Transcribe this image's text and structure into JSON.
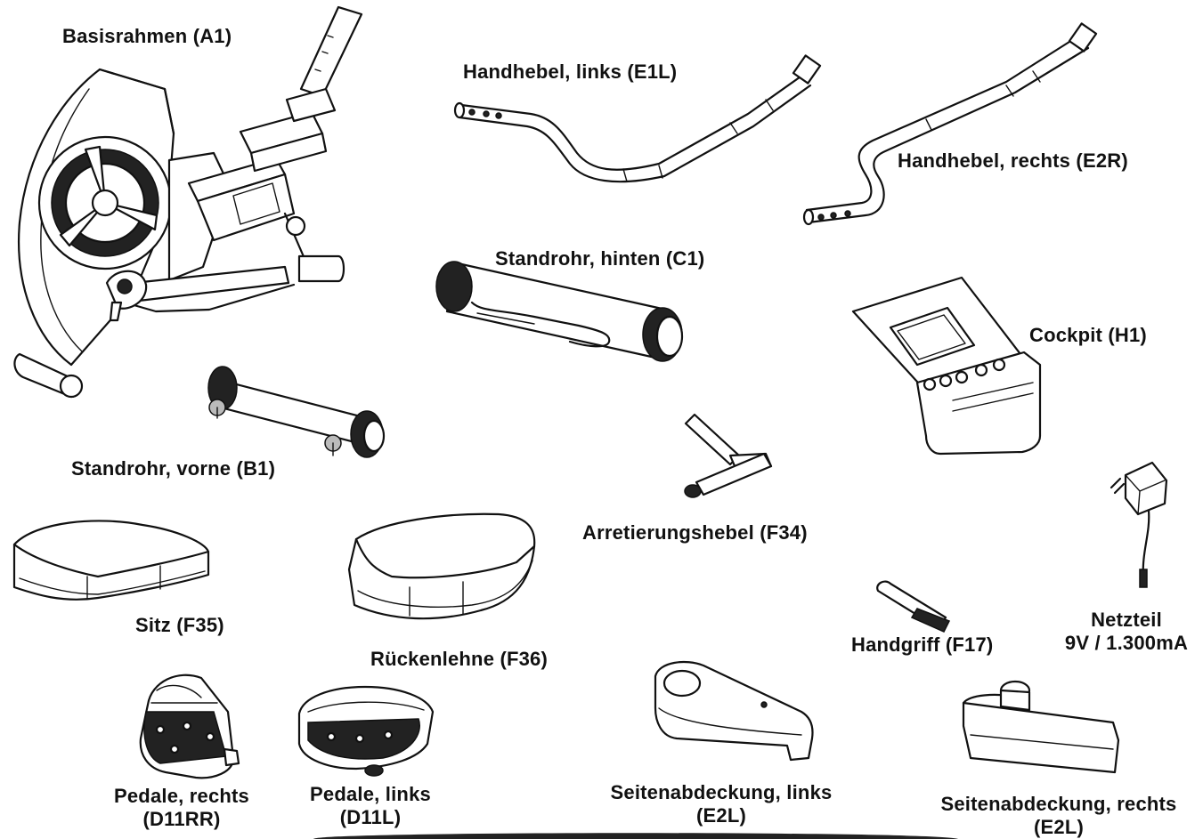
{
  "parts": {
    "base_frame": "Basisrahmen (A1)",
    "hand_lever_left": "Handhebel, links (E1L)",
    "hand_lever_right": "Handhebel, rechts (E2R)",
    "rear_tube": "Standrohr, hinten (C1)",
    "cockpit": "Cockpit (H1)",
    "front_tube": "Standrohr, vorne (B1)",
    "locking_lever": "Arretierungshebel (F34)",
    "seat": "Sitz (F35)",
    "backrest": "Rückenlehne (F36)",
    "handle": "Handgriff (F17)",
    "power_supply_line1": "Netzteil",
    "power_supply_line2": "9V / 1.300mA",
    "pedal_right_line1": "Pedale, rechts",
    "pedal_right_line2": "(D11RR)",
    "pedal_left_line1": "Pedale, links",
    "pedal_left_line2": "(D11L)",
    "side_cover_left_line1": "Seitenabdeckung, links",
    "side_cover_left_line2": "(E2L)",
    "side_cover_right_line1": "Seitenabdeckung, rechts",
    "side_cover_right_line2": "(E2L)"
  }
}
